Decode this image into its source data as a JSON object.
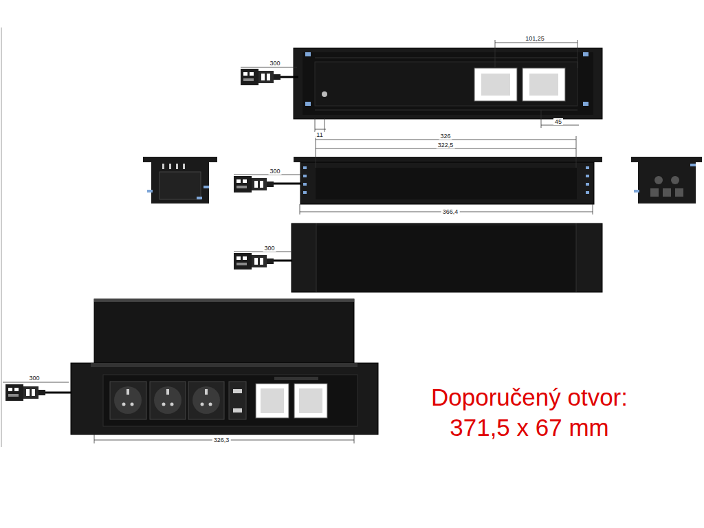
{
  "diagram": {
    "caption": "Doporučený otvor: 371,5 x 67 mm",
    "labels": [
      "300",
      "101,25",
      "11",
      "45",
      "326",
      "322,5",
      "300",
      "366,4",
      "300",
      "300",
      "326,3"
    ]
  }
}
